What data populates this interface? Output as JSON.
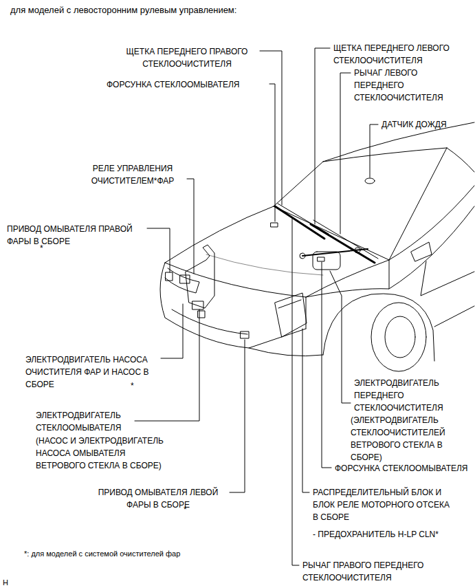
{
  "diagram": {
    "title": "для моделей с левосторонним рулевым управлением:",
    "labels": [
      "ЩЕТКА ПЕРЕДНЕГО ПРАВОГО СТЕКЛООЧИСТИТЕЛЯ",
      "ЩЕТКА ПЕРЕДНЕГО ЛЕВОГО СТЕКЛООЧИСТИТЕЛЯ",
      "ФОРСУНКА СТЕКЛООМЫВАТЕЛЯ",
      "РЫЧАГ ЛЕВОГО ПЕРЕДНЕГО СТЕКЛООЧИСТИТЕЛЯ",
      "ДАТЧИК ДОЖДЯ",
      "РЕЛЕ УПРАВЛЕНИЯ ОЧИСТИТЕЛЕМ*ФАР",
      "ПРИВОД ОМЫВАТЕЛЯ ПРАВОЙ ФАРЫ В СБОРЕ",
      "*",
      "ЭЛЕКТРОДВИГАТЕЛЬ НАСОСА ОЧИСТИТЕЛЯ ФАР И НАСОС В СБОРЕ",
      "*",
      "ЭЛЕКТРОДВИГАТЕЛЬ ПЕРЕДНЕГО СТЕКЛООЧИСТИТЕЛЯ",
      "(ЭЛЕКТРОДВИГАТЕЛЬ СТЕКЛООЧИСТИТЕЛЕЙ ВЕТРОВОГО СТЕКЛА В СБОРЕ)",
      "ЭЛЕКТРОДВИГАТЕЛЬ СТЕКЛООМЫВАТЕЛЯ",
      "(НАСОС И ЭЛЕКТРОДВИГАТЕЛЬ НАСОСА ОМЫВАТЕЛЯ ВЕТРОВОГО СТЕКЛА В СБОРЕ)",
      "ФОРСУНКА СТЕКЛООМЫВАТЕЛЯ",
      "ПРИВОД ОМЫВАТЕЛЯ ЛЕВОЙ ФАРЫ В СБОРЕ",
      "*",
      "РАСПРЕДЕЛИТЕЛЬНЫЙ БЛОК И БЛОК РЕЛЕ МОТОРНОГО ОТСЕКА В СБОРЕ",
      "- ПРЕДОХРАНИТЕЛЬ H-LP CLN*",
      "*: для моделей с системой очистителей фар",
      "РЫЧАГ ПРАВОГО ПЕРЕДНЕГО СТЕКЛООЧИСТИТЕЛЯ",
      "H"
    ]
  }
}
